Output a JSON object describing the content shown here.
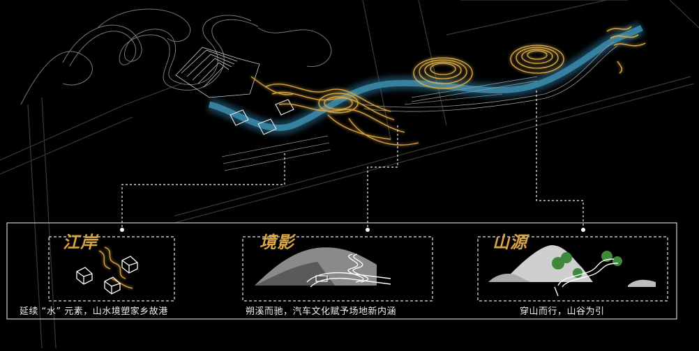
{
  "sections": [
    {
      "title": "江岸",
      "caption": "延续 “水” 元素，山水境塑家乡故港"
    },
    {
      "title": "境影",
      "caption": "朔溪而驰，汽车文化赋予场地新内涵"
    },
    {
      "title": "山源",
      "caption": "穿山而行，山谷为引"
    }
  ],
  "colors": {
    "background": "#000000",
    "gold": "#d9a441",
    "river": "#2f6f8f",
    "line": "#8a8a8a",
    "frame": "#bfbfbf"
  }
}
